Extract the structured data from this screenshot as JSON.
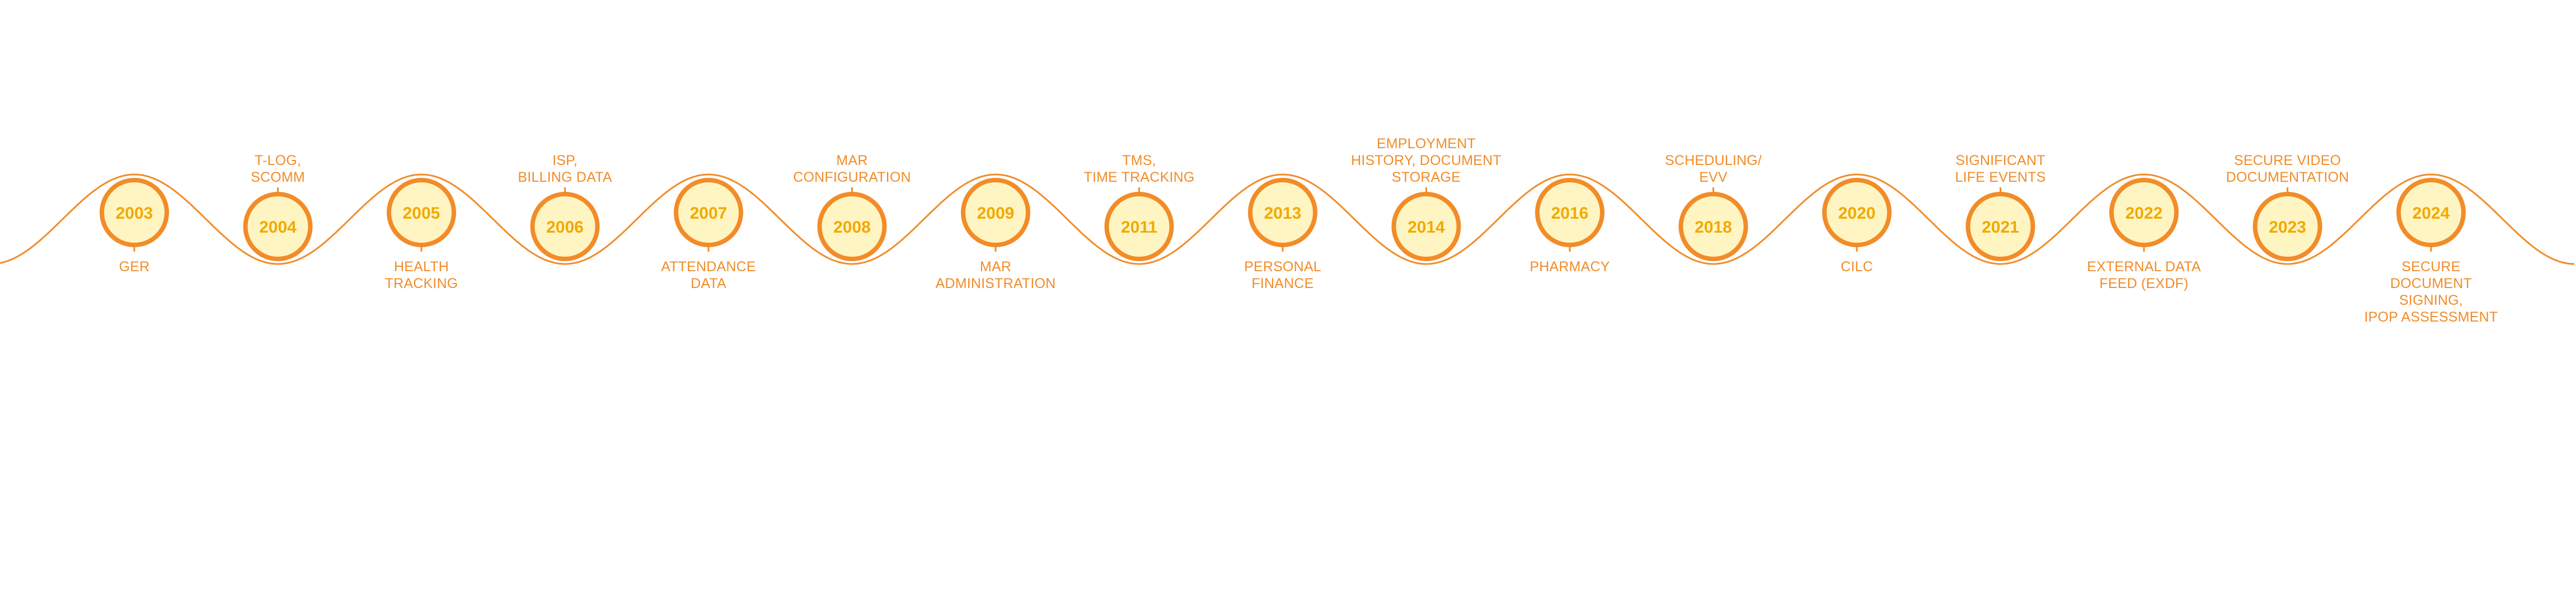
{
  "colors": {
    "accent": "#F28C28",
    "circle_fill": "#FFF5C2",
    "year_text": "#F2A900",
    "label_text": "#F28C28",
    "background": "#FFFFFF"
  },
  "milestones": [
    {
      "year": "2003",
      "label": [
        "GER"
      ]
    },
    {
      "year": "2004",
      "label": [
        "T-LOG,",
        "SCOMM"
      ]
    },
    {
      "year": "2005",
      "label": [
        "HEALTH",
        "TRACKING"
      ]
    },
    {
      "year": "2006",
      "label": [
        "ISP,",
        "BILLING DATA"
      ]
    },
    {
      "year": "2007",
      "label": [
        "ATTENDANCE",
        "DATA"
      ]
    },
    {
      "year": "2008",
      "label": [
        "MAR",
        "CONFIGURATION"
      ]
    },
    {
      "year": "2009",
      "label": [
        "MAR",
        "ADMINISTRATION"
      ]
    },
    {
      "year": "2011",
      "label": [
        "TMS,",
        "TIME TRACKING"
      ]
    },
    {
      "year": "2013",
      "label": [
        "PERSONAL",
        "FINANCE"
      ]
    },
    {
      "year": "2014",
      "label": [
        "EMPLOYMENT",
        "HISTORY, DOCUMENT",
        "STORAGE"
      ]
    },
    {
      "year": "2016",
      "label": [
        "PHARMACY"
      ]
    },
    {
      "year": "2018",
      "label": [
        "SCHEDULING/",
        "EVV"
      ]
    },
    {
      "year": "2020",
      "label": [
        "CILC"
      ]
    },
    {
      "year": "2021",
      "label": [
        "SIGNIFICANT",
        "LIFE EVENTS"
      ]
    },
    {
      "year": "2022",
      "label": [
        "EXTERNAL DATA",
        "FEED (EXDF)"
      ]
    },
    {
      "year": "2023",
      "label": [
        "SECURE VIDEO",
        "DOCUMENTATION"
      ]
    },
    {
      "year": "2024",
      "label": [
        "SECURE",
        "DOCUMENT",
        "SIGNING,",
        "IPOP ASSESSMENT"
      ]
    }
  ]
}
